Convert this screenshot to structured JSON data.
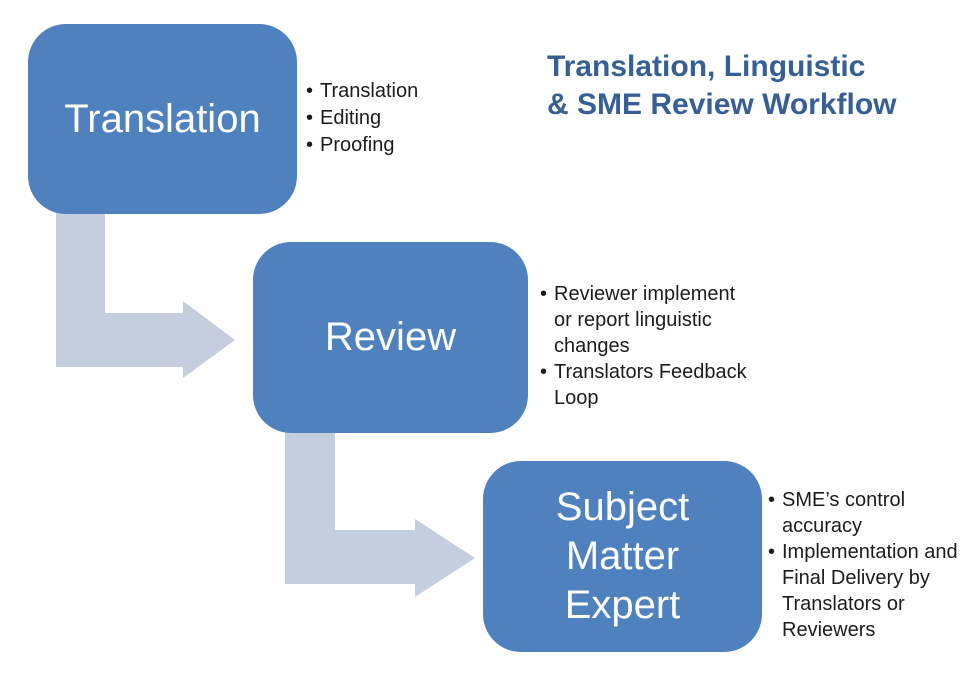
{
  "title": {
    "text": "Translation, Linguistic\n& SME Review Workflow",
    "color": "#365f96"
  },
  "bullet_char": "•",
  "colors": {
    "box_fill": "#4e81bd",
    "box_label_text": "#ffffff",
    "arrow_fill": "#c5cedf",
    "body_text": "#1c1c1c",
    "background": "#ffffff"
  },
  "steps": [
    {
      "label": "Translation",
      "bullets": [
        "Translation",
        "Editing",
        "Proofing"
      ]
    },
    {
      "label": "Review",
      "bullets": [
        "Reviewer implement\nor report linguistic\nchanges",
        "Translators Feedback\nLoop"
      ]
    },
    {
      "label": "Subject\nMatter\nExpert",
      "bullets": [
        "SME’s control\naccuracy",
        "Implementation and\nFinal Delivery by\nTranslators or\nReviewers"
      ]
    }
  ]
}
